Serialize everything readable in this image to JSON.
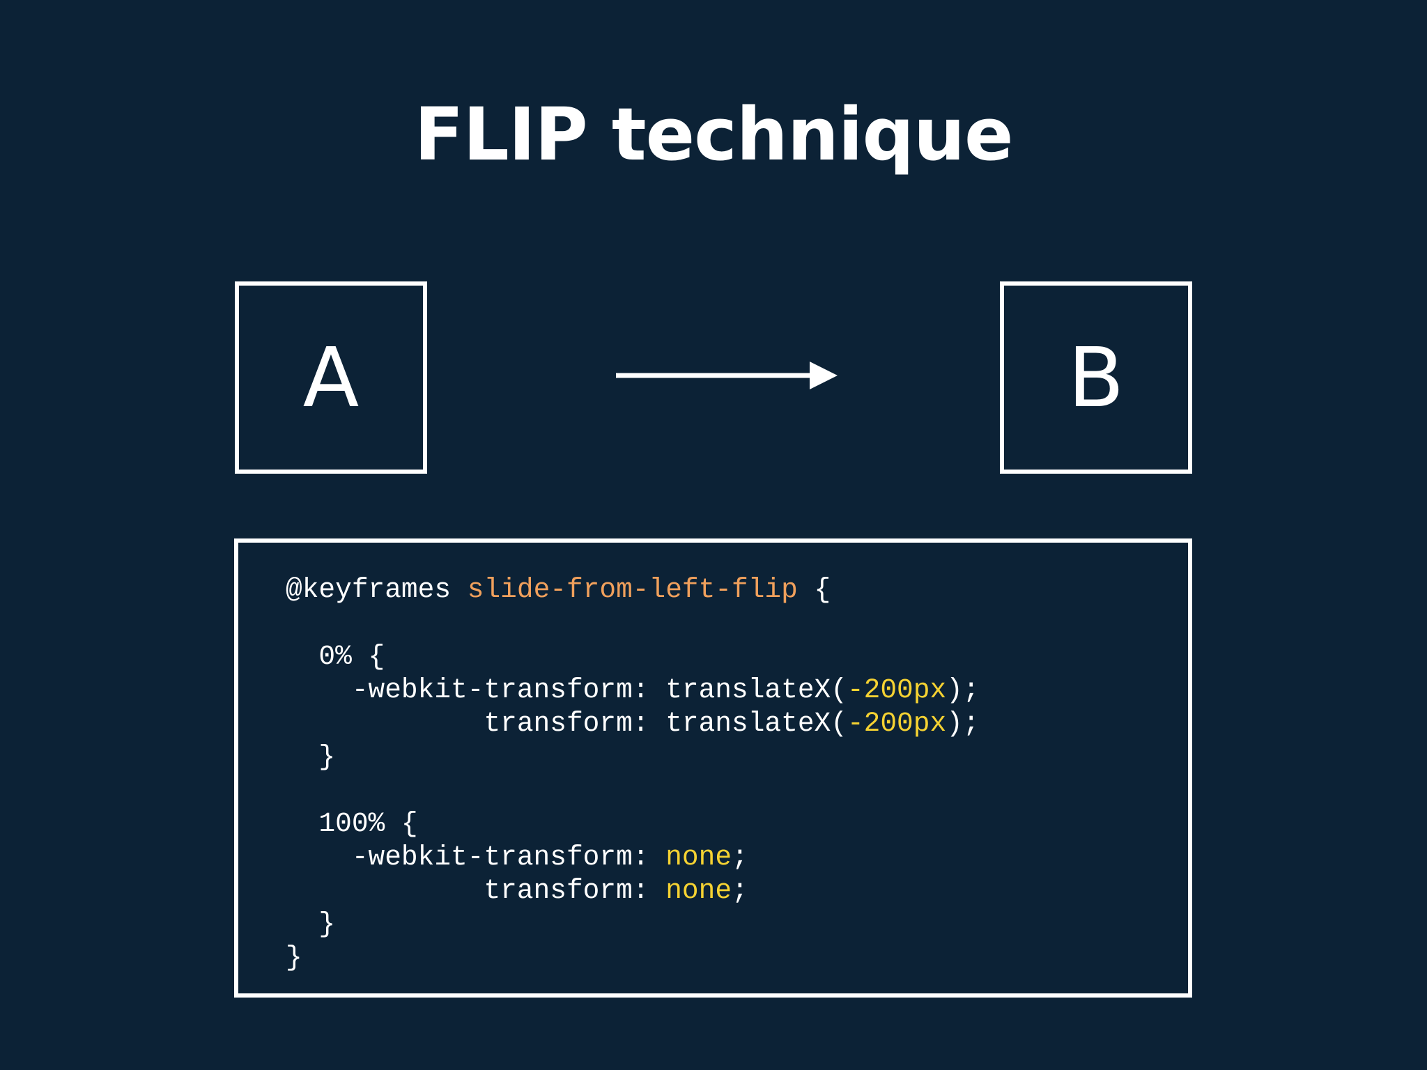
{
  "slide": {
    "title": "FLIP technique"
  },
  "diagram": {
    "box_a_label": "A",
    "box_b_label": "B",
    "arrow_icon": "right-arrow-icon"
  },
  "code": {
    "line1": {
      "at_rule": "@keyframes ",
      "name": "slide-from-left-flip",
      "end": " {"
    },
    "line3": {
      "text": "  0% {"
    },
    "line4": {
      "prop": "    -webkit-transform: translateX(",
      "value": "-200px",
      "end": ");"
    },
    "line5": {
      "prop": "            transform: translateX(",
      "value": "-200px",
      "end": ");"
    },
    "line6": {
      "text": "  }"
    },
    "line8": {
      "text": "  100% {"
    },
    "line9": {
      "prop": "    -webkit-transform: ",
      "value": "none",
      "end": ";"
    },
    "line10": {
      "prop": "            transform: ",
      "value": "none",
      "end": ";"
    },
    "line11": {
      "text": "  }"
    },
    "line12": {
      "text": "}"
    }
  },
  "colors": {
    "background": "#0c2236",
    "foreground": "#ffffff",
    "keyframes_name": "#f0a05c",
    "value": "#f5d232"
  }
}
